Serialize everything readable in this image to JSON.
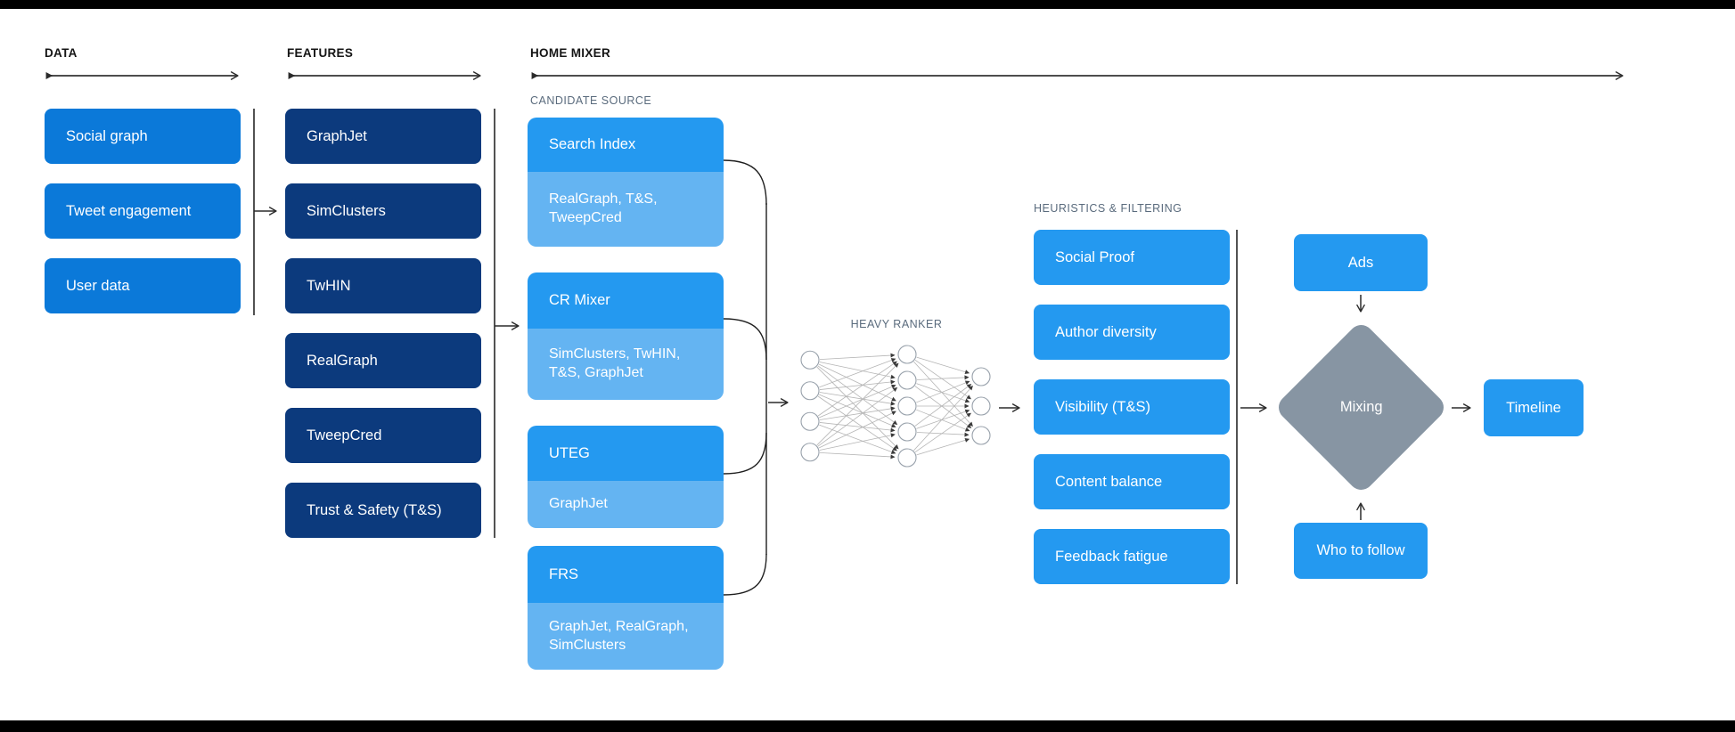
{
  "columns": {
    "data": {
      "header": "DATA",
      "boxes": [
        "Social graph",
        "Tweet engagement",
        "User data"
      ]
    },
    "features": {
      "header": "FEATURES",
      "boxes": [
        "GraphJet",
        "SimClusters",
        "TwHIN",
        "RealGraph",
        "TweepCred",
        "Trust & Safety (T&S)"
      ]
    },
    "home_mixer": {
      "header": "HOME MIXER",
      "candidate_source_label": "CANDIDATE SOURCE",
      "candidate_sources": [
        {
          "name": "Search Index",
          "inputs": "RealGraph, T&S, TweepCred"
        },
        {
          "name": "CR Mixer",
          "inputs": "SimClusters, TwHIN, T&S, GraphJet"
        },
        {
          "name": "UTEG",
          "inputs": "GraphJet"
        },
        {
          "name": "FRS",
          "inputs": "GraphJet, RealGraph, SimClusters"
        }
      ],
      "heavy_ranker": {
        "label": "HEAVY RANKER",
        "layers": [
          4,
          5,
          3
        ]
      },
      "heuristics": {
        "label": "HEURISTICS & FILTERING",
        "boxes": [
          "Social Proof",
          "Author diversity",
          "Visibility (T&S)",
          "Content balance",
          "Feedback fatigue"
        ]
      },
      "mixing_stage": {
        "ads": "Ads",
        "mixing": "Mixing",
        "who_to_follow": "Who to follow",
        "timeline": "Timeline"
      }
    }
  },
  "colors": {
    "data_box_blue": "#0b79d9",
    "feature_box_navy": "#0c3a7d",
    "bright_blue": "#2499f0",
    "light_blue": "#64b4f2",
    "diamond_gray": "#8795a3",
    "sub_label_slate": "#5a6b7d",
    "line_black": "#2b2b2b",
    "frame_bar": "#000000"
  }
}
